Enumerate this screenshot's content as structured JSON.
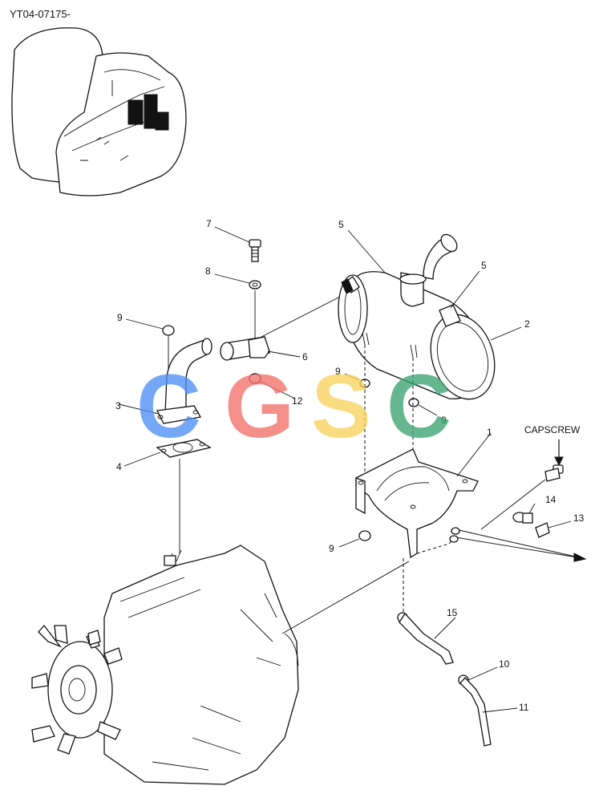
{
  "diagram": {
    "code": "YT04-07175-",
    "capscrew_label": "CAPSCREW",
    "callouts": [
      "7",
      "5",
      "5",
      "8",
      "9",
      "2",
      "6",
      "9",
      "12",
      "3",
      "9",
      "1",
      "4",
      "14",
      "13",
      "9",
      "15",
      "10",
      "11"
    ]
  },
  "watermark": {
    "letters": [
      "C",
      "G",
      "S",
      "C"
    ],
    "colors": [
      "#4f8ff5",
      "#f2706a",
      "#f7d35c",
      "#3aa371"
    ]
  }
}
